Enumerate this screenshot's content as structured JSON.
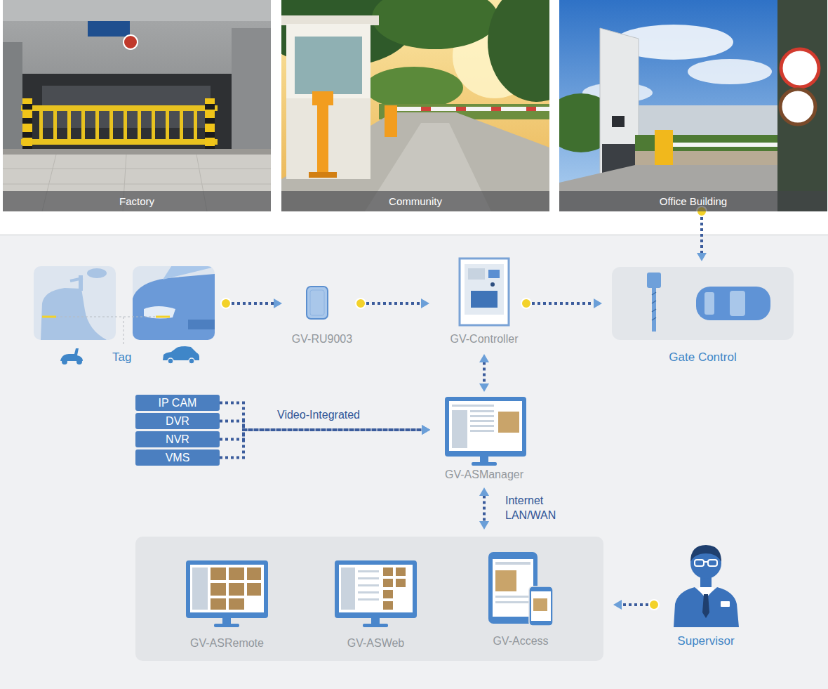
{
  "diagram": {
    "nodes": [
      {
        "text": [
          "Factory"
        ]
      },
      {
        "text": [
          "Community"
        ]
      },
      {
        "text": [
          "Office Building"
        ]
      },
      {
        "text": [
          "Tag"
        ]
      },
      {
        "text": [
          "GV-RU9003"
        ]
      },
      {
        "text": [
          "GV-Controller"
        ]
      },
      {
        "text": [
          "Gate Control"
        ]
      },
      {
        "text": [
          "IP CAM"
        ]
      },
      {
        "text": [
          "DVR"
        ]
      },
      {
        "text": [
          "NVR"
        ]
      },
      {
        "text": [
          "VMS"
        ]
      },
      {
        "text": [
          "GV-ASManager"
        ]
      },
      {
        "text": []
      },
      {
        "text": [
          "GV-ASRemote"
        ],
        "in": 12
      },
      {
        "text": [
          "GV-ASWeb"
        ],
        "in": 12
      },
      {
        "text": [
          "GV-Access"
        ],
        "in": 12
      },
      {
        "text": [
          "Supervisor"
        ]
      }
    ],
    "edges": [
      {
        "from": 2,
        "to": 6,
        "arrow": "to"
      },
      {
        "from": 3,
        "to": 4,
        "arrow": "to"
      },
      {
        "from": 4,
        "to": 5,
        "arrow": "to"
      },
      {
        "from": 5,
        "to": 6,
        "arrow": "to"
      },
      {
        "from": 7,
        "to": 11,
        "arrow": "to",
        "label": "Video-Integrated"
      },
      {
        "from": 8,
        "to": 11,
        "arrow": "to"
      },
      {
        "from": 9,
        "to": 11,
        "arrow": "to"
      },
      {
        "from": 10,
        "to": 11,
        "arrow": "to"
      },
      {
        "from": 5,
        "to": 11,
        "arrow": "both"
      },
      {
        "from": 11,
        "to": 12,
        "arrow": "both",
        "label": "Internet LAN/WAN"
      },
      {
        "from": 16,
        "to": 12,
        "arrow": "to"
      }
    ]
  }
}
